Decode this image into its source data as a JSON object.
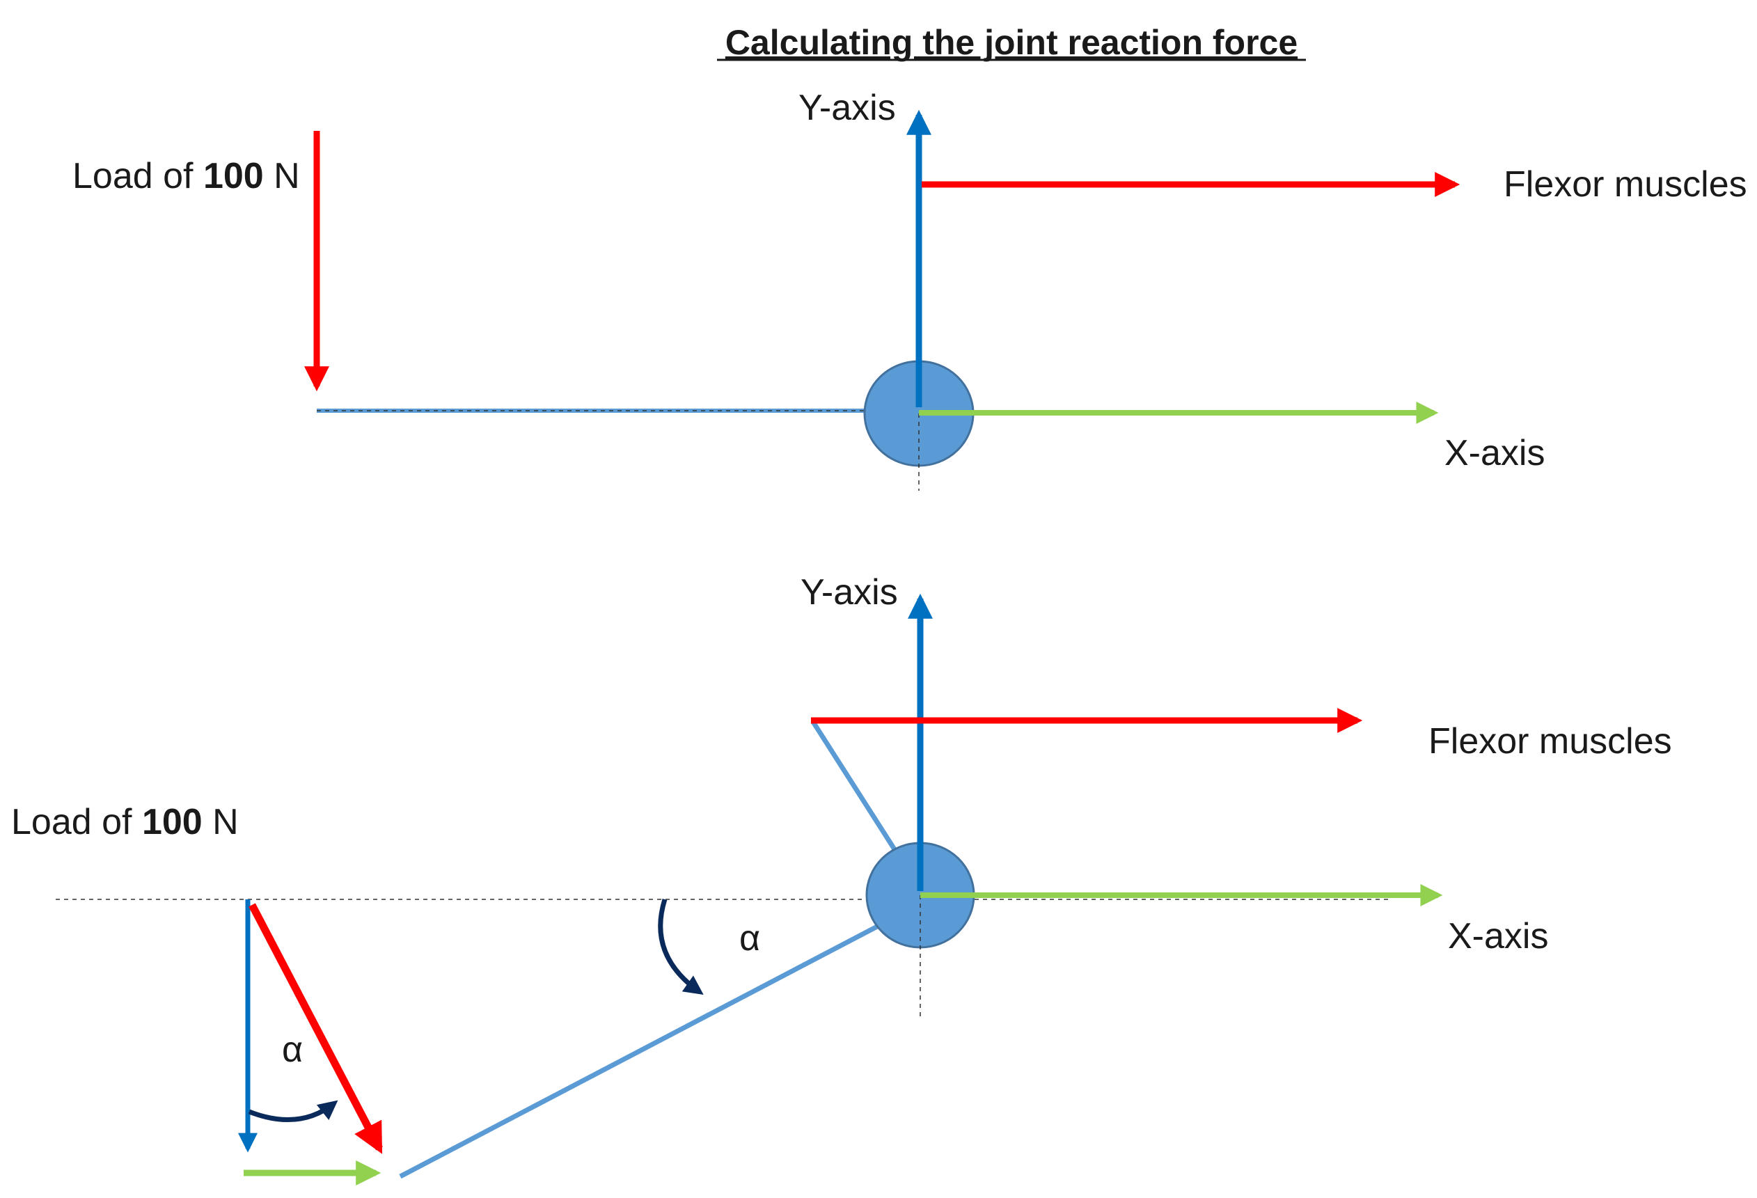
{
  "title": "Calculating the joint reaction force",
  "top_panel": {
    "y_axis_label": "Y-axis",
    "x_axis_label": "X-axis",
    "flexor_label": "Flexor muscles",
    "load_prefix": "Load of ",
    "load_value": "100",
    "load_unit": " N"
  },
  "bottom_panel": {
    "y_axis_label": "Y-axis",
    "x_axis_label": "X-axis",
    "flexor_label": "Flexor muscles",
    "load_prefix": "Load of ",
    "load_value": "100",
    "load_unit": " N",
    "angle_symbol_forearm": "α",
    "angle_symbol_vector": "α"
  },
  "colors": {
    "force_red": "#ff0000",
    "axis_blue": "#0070c0",
    "x_axis_green": "#92d050",
    "bone_blue": "#5b9bd5",
    "joint_fill": "#5b9bd5",
    "joint_stroke": "#41719c",
    "angle_arc": "#0b2a5c"
  }
}
